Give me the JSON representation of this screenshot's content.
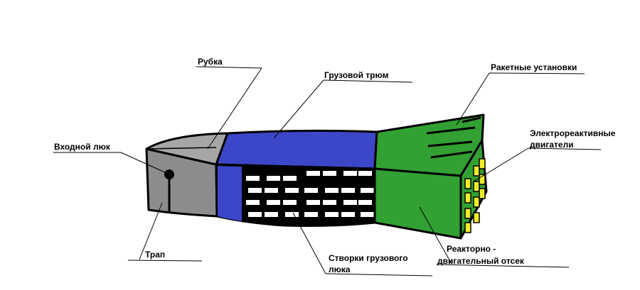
{
  "labels": {
    "rubka": "Рубка",
    "gruzovoy_trum": "Грузовой трюм",
    "raketnye_ustanovki": "Ракетные установки",
    "elektro_line1": "Электрореактивные",
    "elektro_line2": "двигатели",
    "vkhodnoy_lyuk": "Входной люк",
    "trap": "Трап",
    "stvorki_line1": "Створки грузового",
    "stvorki_line2": "люка",
    "reaktorno_line1": "Реакторно -",
    "reaktorno_line2": "двигательный отсек"
  },
  "colors": {
    "hull_gray": "#8c8c8c",
    "cabin_gray": "#a6a6a6",
    "cargo_blue": "#3c46c8",
    "engine_green": "#32a032",
    "window_yellow": "#f0ec2a",
    "hatch_black": "#000000",
    "hatch_white": "#ffffff"
  }
}
